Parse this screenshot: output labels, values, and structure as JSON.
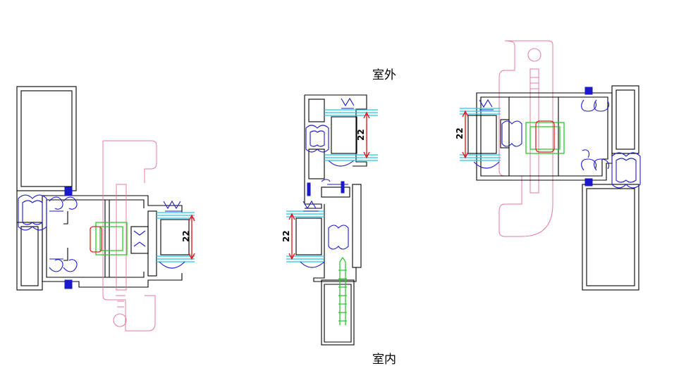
{
  "labels": {
    "outside": "室外",
    "inside": "室内"
  },
  "dimensions": {
    "left_section_glass": "22",
    "center_upper_glass": "22",
    "center_lower_glass": "22",
    "right_section_glass": "22"
  },
  "colors": {
    "profile": "#000000",
    "handle": "#e87a9a",
    "gasket": "#1a1acc",
    "glass": "#22c8e8",
    "thermal_break": "#22cc22",
    "lock_core": "#e02020",
    "dimension_arrow": "#e02020"
  }
}
